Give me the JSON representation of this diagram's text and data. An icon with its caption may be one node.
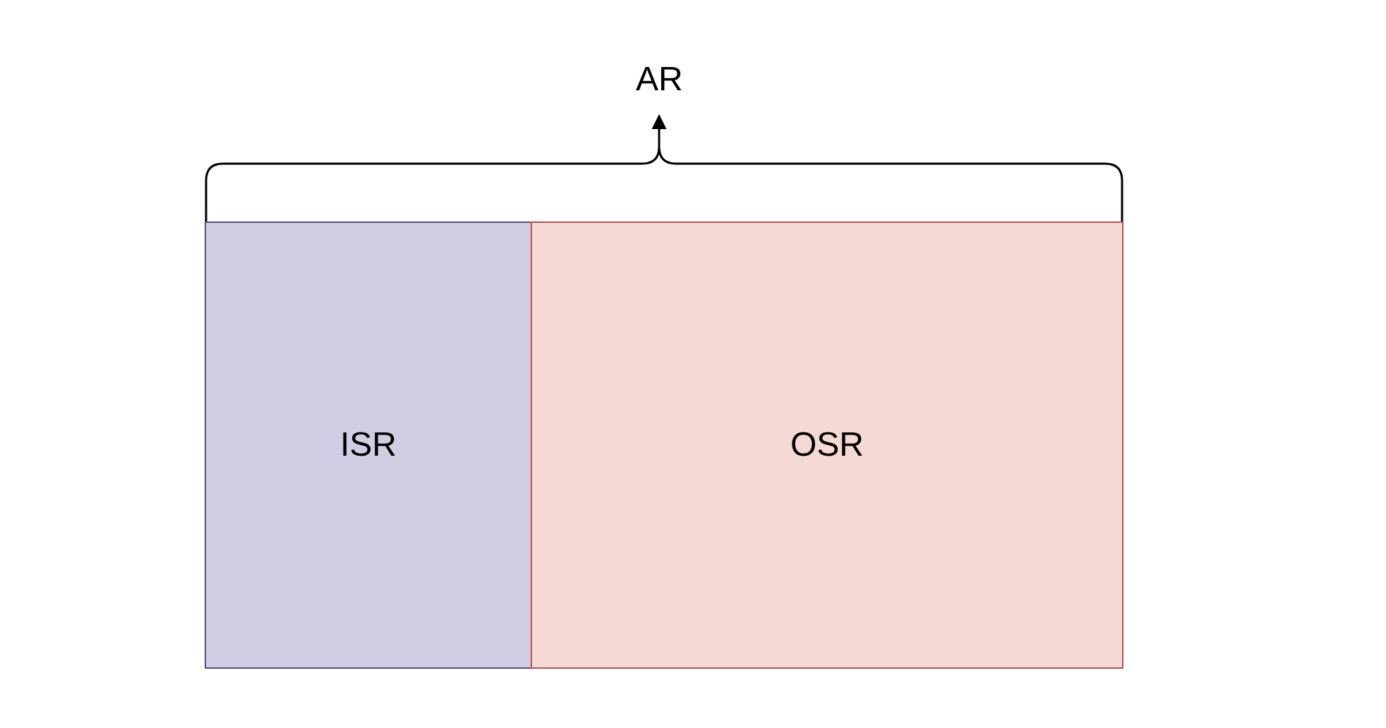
{
  "diagram": {
    "nodes": [
      {
        "text": [
          "ISR"
        ]
      },
      {
        "text": [
          "OSR"
        ]
      }
    ],
    "labels": [
      "AR"
    ]
  }
}
